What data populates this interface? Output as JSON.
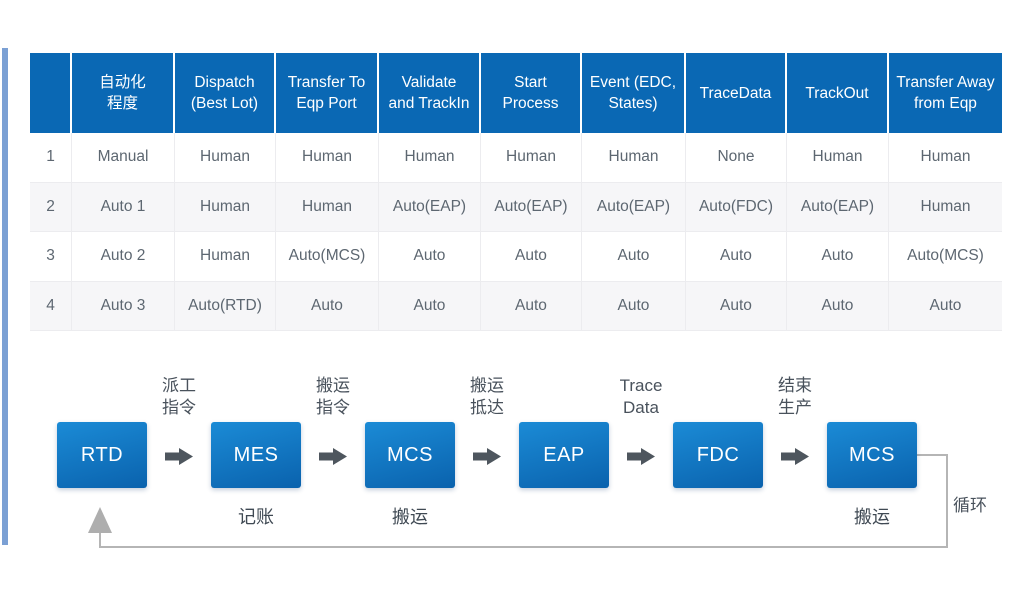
{
  "colors": {
    "table_header_bg": "#0a68b4",
    "node_gradient_top": "#1b8bd6",
    "node_gradient_bottom": "#0a62ad",
    "accent_bar": "#7ba0d4",
    "flow_arrow": "#4e565e",
    "loop_line": "#b5b5b5",
    "body_text": "#5d6771",
    "alt_row_bg": "#f6f6f8"
  },
  "table": {
    "headers": [
      "",
      "自动化\n程度",
      "Dispatch\n(Best Lot)",
      "Transfer To\nEqp Port",
      "Validate\nand TrackIn",
      "Start\nProcess",
      "Event (EDC,\nStates)",
      "TraceData",
      "TrackOut",
      "Transfer Away\nfrom Eqp"
    ],
    "rows": [
      [
        "1",
        "Manual",
        "Human",
        "Human",
        "Human",
        "Human",
        "Human",
        "None",
        "Human",
        "Human"
      ],
      [
        "2",
        "Auto 1",
        "Human",
        "Human",
        "Auto(EAP)",
        "Auto(EAP)",
        "Auto(EAP)",
        "Auto(FDC)",
        "Auto(EAP)",
        "Human"
      ],
      [
        "3",
        "Auto 2",
        "Human",
        "Auto(MCS)",
        "Auto",
        "Auto",
        "Auto",
        "Auto",
        "Auto",
        "Auto(MCS)"
      ],
      [
        "4",
        "Auto 3",
        "Auto(RTD)",
        "Auto",
        "Auto",
        "Auto",
        "Auto",
        "Auto",
        "Auto",
        "Auto"
      ]
    ]
  },
  "flow": {
    "nodes": [
      {
        "label": "RTD",
        "sublabel": ""
      },
      {
        "label": "MES",
        "sublabel": "记账"
      },
      {
        "label": "MCS",
        "sublabel": "搬运"
      },
      {
        "label": "EAP",
        "sublabel": ""
      },
      {
        "label": "FDC",
        "sublabel": ""
      },
      {
        "label": "MCS",
        "sublabel": "搬运"
      }
    ],
    "edge_labels": [
      "派工\n指令",
      "搬运\n指令",
      "搬运\n抵达",
      "Trace\nData",
      "结束\n生产"
    ],
    "loop_label": "循环"
  }
}
